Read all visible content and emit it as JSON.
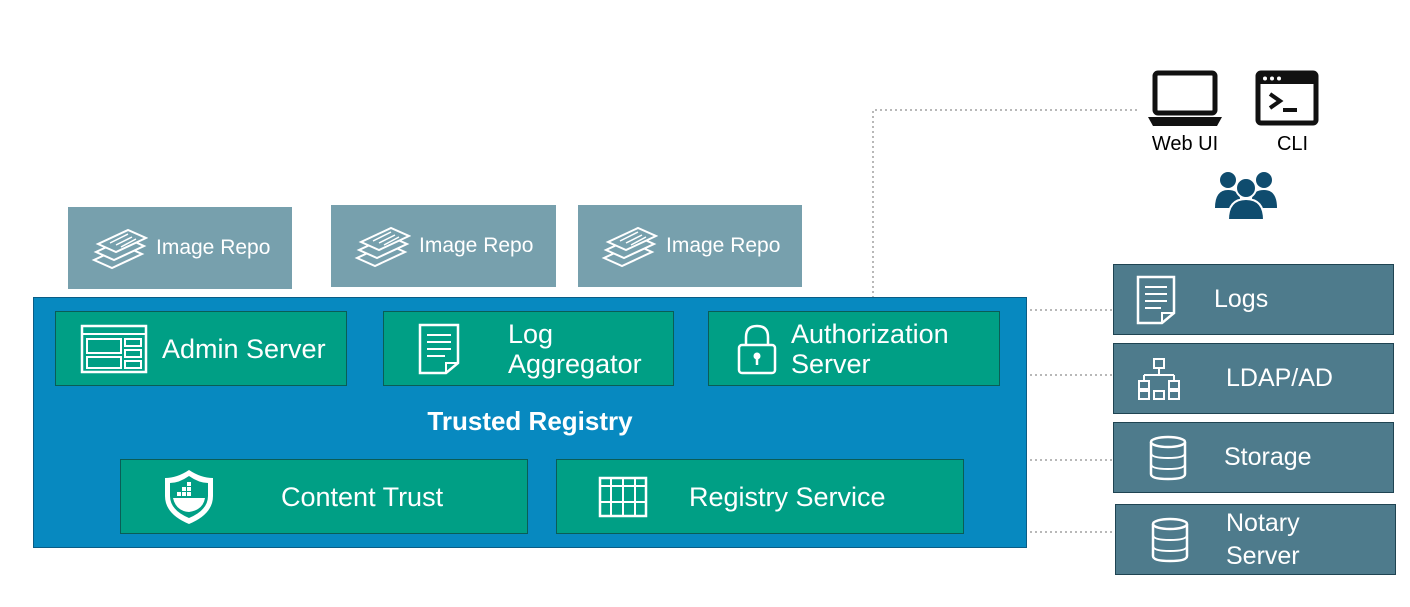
{
  "clients": {
    "web_ui": "Web UI",
    "cli": "CLI",
    "icons": [
      "laptop-icon",
      "terminal-window-icon",
      "users-icon"
    ]
  },
  "image_repos": [
    "Image Repo",
    "Image Repo",
    "Image Repo"
  ],
  "registry": {
    "title": "Trusted Registry",
    "components": {
      "admin_server": "Admin Server",
      "log_aggregator_1": "Log",
      "log_aggregator_2": "Aggregator",
      "authorization_1": "Authorization",
      "authorization_2": "Server",
      "content_trust": "Content Trust",
      "registry_service": "Registry Service"
    }
  },
  "externals": {
    "logs": "Logs",
    "ldap": "LDAP/AD",
    "storage": "Storage",
    "notary_1": "Notary",
    "notary_2": "Server"
  },
  "colors": {
    "repo": "#77a0ad",
    "registry": "#0789c0",
    "component": "#009f85",
    "external": "#4e7b8c",
    "users": "#0f4c6e"
  }
}
